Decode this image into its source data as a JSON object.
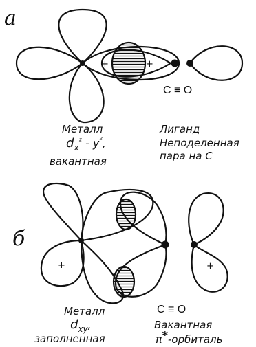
{
  "panel_a": {
    "letter": "а",
    "bond_label": "C ≡ O",
    "lobe_signs": [
      "+",
      "+"
    ],
    "metal_caption": [
      "Металл",
      "d",
      "x",
      "²",
      " - y",
      "²",
      ",",
      "вакантная"
    ],
    "ligand_caption": [
      "Лиганд",
      "Неподеленная",
      "пара на C"
    ]
  },
  "panel_b": {
    "letter": "б",
    "bond_label": "C ≡ O",
    "lobe_signs": [
      "+",
      "+"
    ],
    "metal_caption": [
      "Металл",
      "d",
      "xy",
      ",",
      "заполненная"
    ],
    "ligand_caption": [
      "Вакантная",
      "π",
      "*",
      "-орбиталь"
    ]
  },
  "colors": {
    "ink": "#111111",
    "background": "#ffffff"
  }
}
